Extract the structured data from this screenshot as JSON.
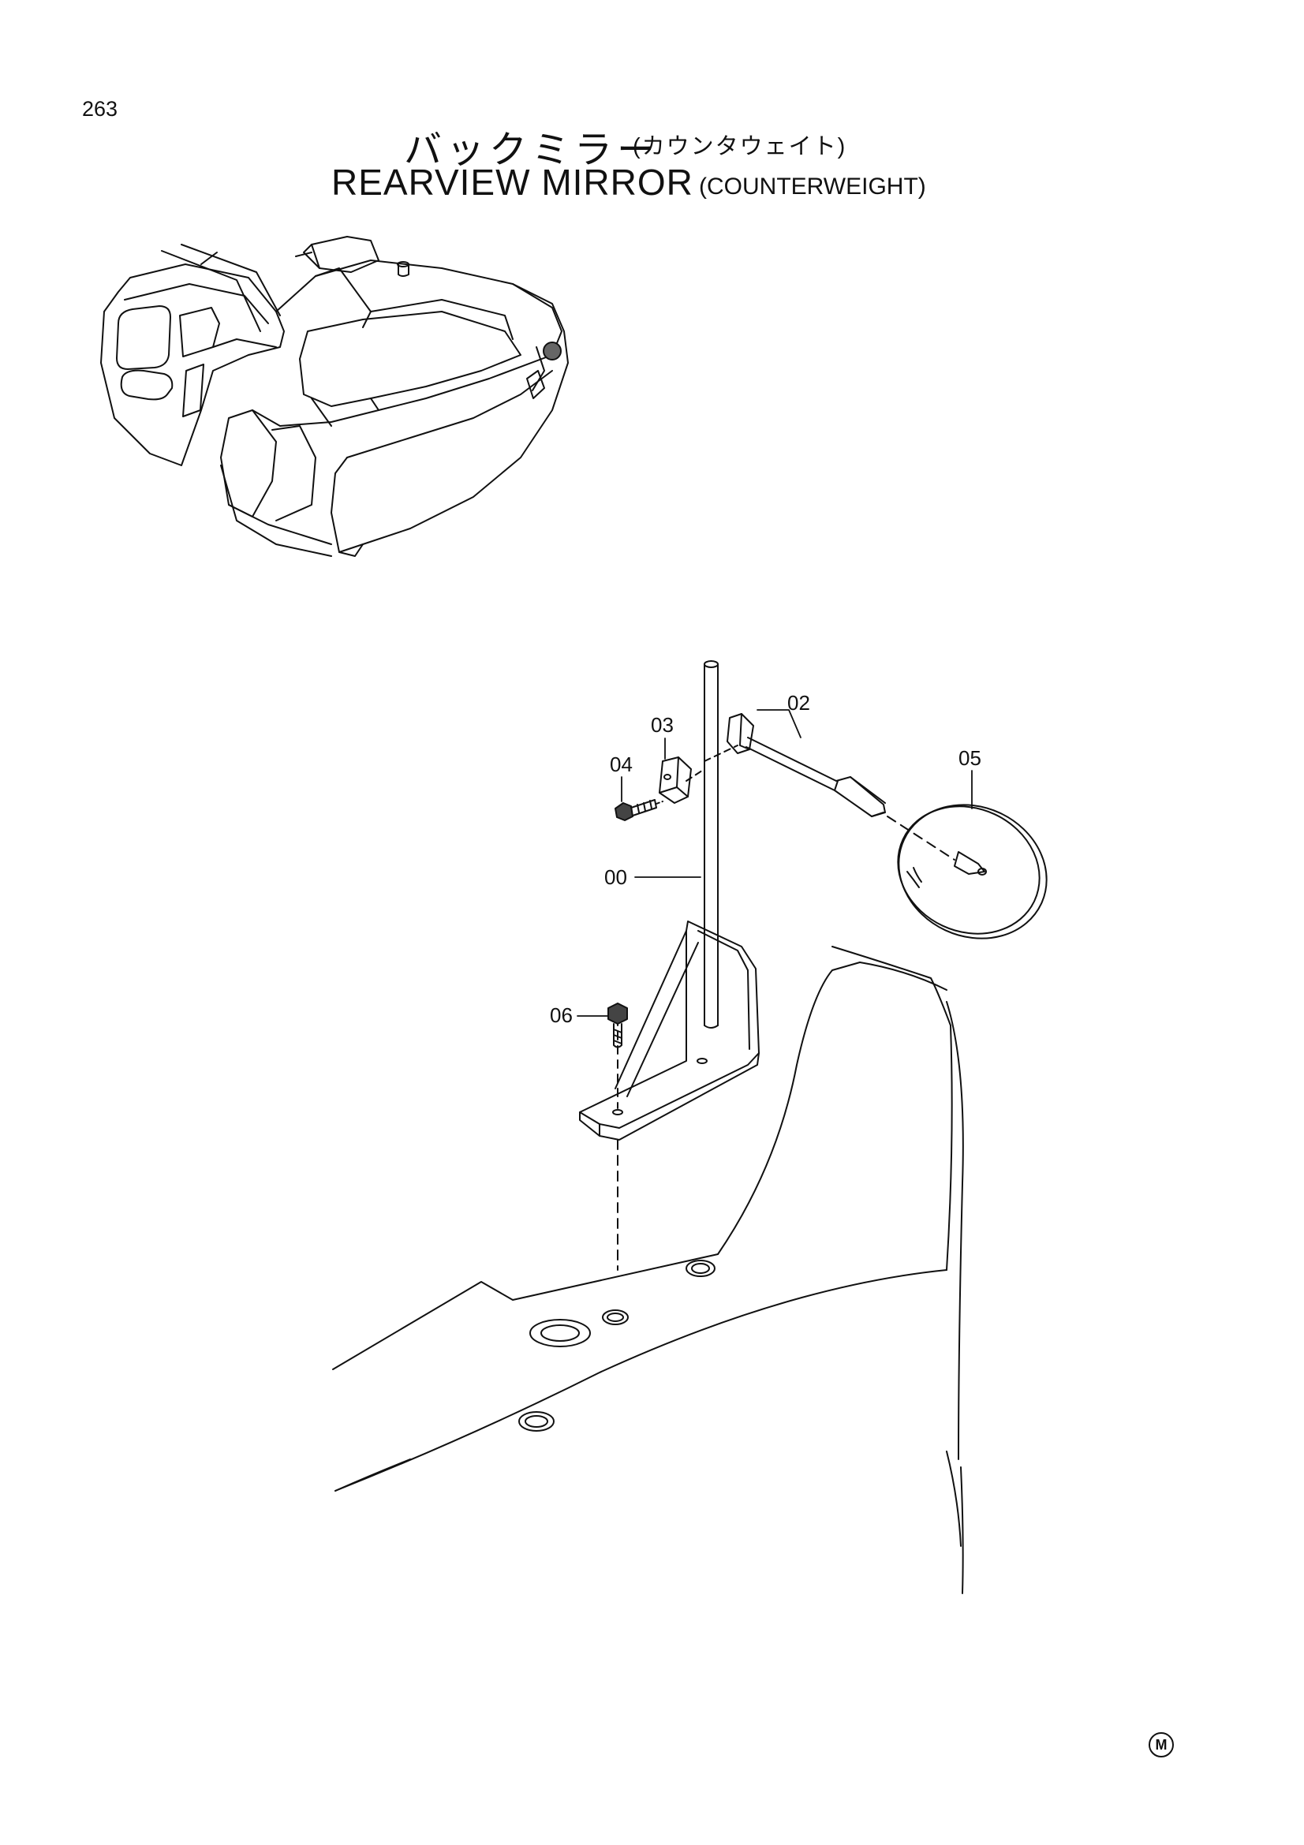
{
  "page_number": "263",
  "title": {
    "jp_main": "バックミラー",
    "jp_sub": "(カウンタウェイト)",
    "en_main": "REARVIEW  MIRROR",
    "en_sub": "(COUNTERWEIGHT)"
  },
  "callouts": {
    "c00": "00",
    "c02": "02",
    "c03": "03",
    "c04": "04",
    "c05": "05",
    "c06": "06"
  },
  "mark": "M"
}
